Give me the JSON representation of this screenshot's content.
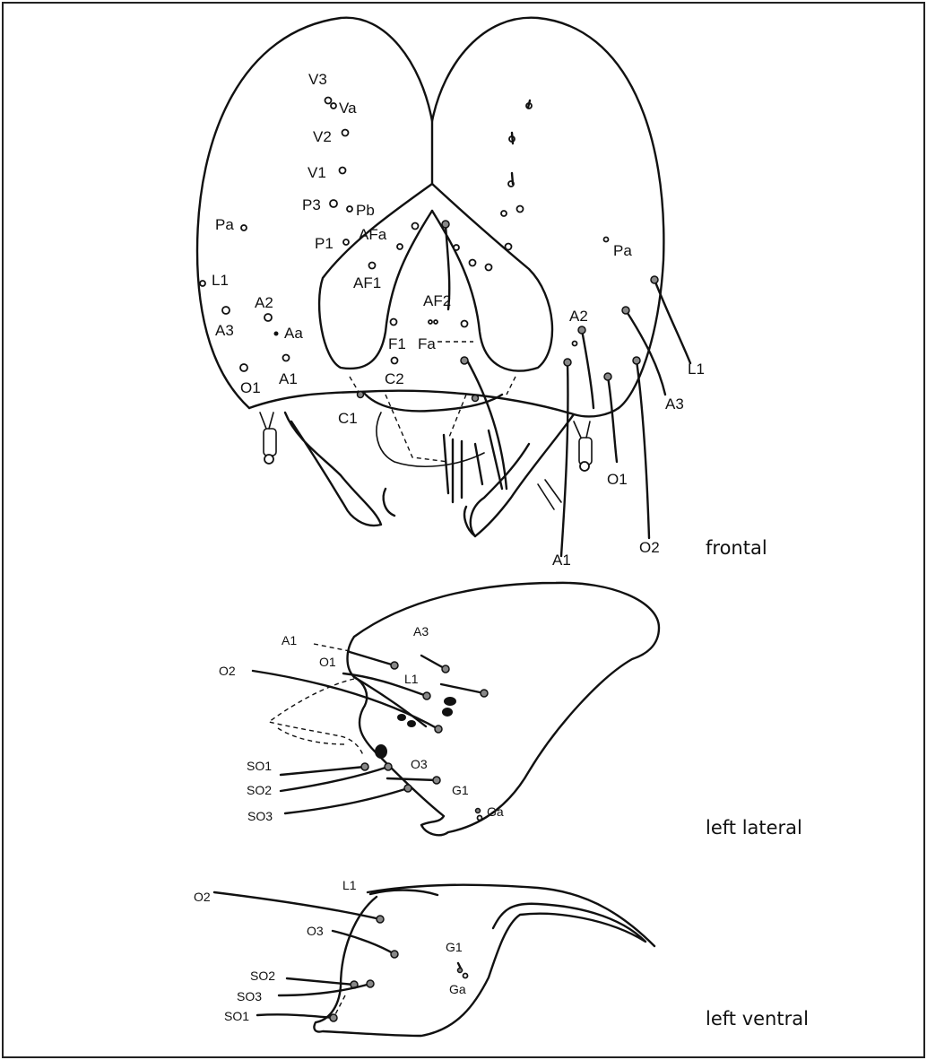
{
  "views": {
    "frontal": "frontal",
    "left_lateral": "left lateral",
    "left_ventral": "left ventral"
  },
  "frontal": {
    "left_labels": {
      "V3": "V3",
      "Va": "Va",
      "V2": "V2",
      "V1": "V1",
      "P3": "P3",
      "Pb": "Pb",
      "Pa": "Pa",
      "P1": "P1",
      "AFa": "AFa",
      "AF1": "AF1",
      "AF2": "AF2",
      "L1": "L1",
      "A2": "A2",
      "A3": "A3",
      "Aa": "Aa",
      "F1": "F1",
      "Fa": "Fa",
      "C2": "C2",
      "O1": "O1",
      "A1": "A1",
      "C1": "C1"
    },
    "right_labels": {
      "Pa": "Pa",
      "A2": "A2",
      "L1": "L1",
      "A3": "A3",
      "O1": "O1",
      "A1": "A1",
      "O2": "O2"
    }
  },
  "lateral": {
    "labels": {
      "A1": "A1",
      "A3": "A3",
      "O1": "O1",
      "O2": "O2",
      "L1": "L1",
      "SO1": "SO1",
      "O3": "O3",
      "SO2": "SO2",
      "G1": "G1",
      "SO3": "SO3",
      "Ga": "Ga"
    }
  },
  "ventral": {
    "labels": {
      "O2": "O2",
      "L1": "L1",
      "O3": "O3",
      "G1": "G1",
      "SO2": "SO2",
      "SO3": "SO3",
      "SO1": "SO1",
      "Ga": "Ga"
    }
  }
}
